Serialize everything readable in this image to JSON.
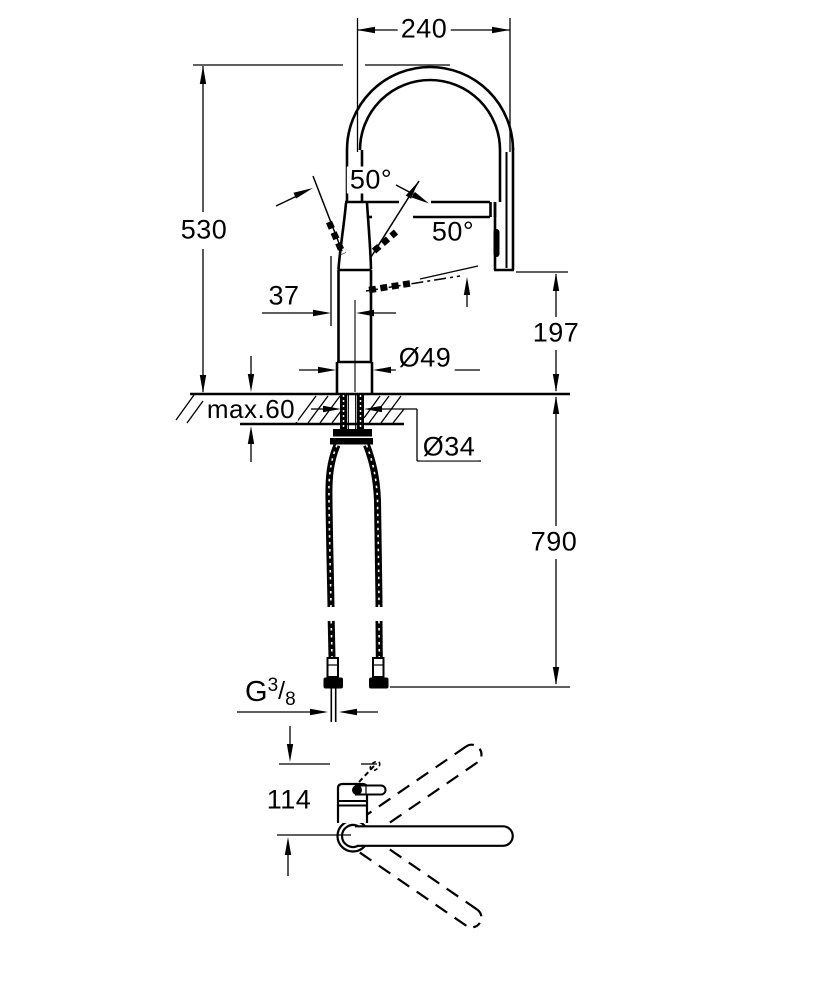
{
  "page": {
    "background": "#ffffff",
    "line_color": "#000000"
  },
  "dimensions": {
    "spout_reach": "240",
    "spout_height": "530",
    "handle_swing_left": "50°",
    "handle_swing_right": "50°",
    "handle_offset": "37",
    "outlet_height": "197",
    "body_diameter": "Ø49",
    "deck_thickness_max": "max.60",
    "shank_diameter": "Ø34",
    "hose_length": "790",
    "swivel_reach": "114",
    "thread": {
      "letter": "G",
      "numerator": "3",
      "slash": "/",
      "denominator": "8"
    }
  }
}
